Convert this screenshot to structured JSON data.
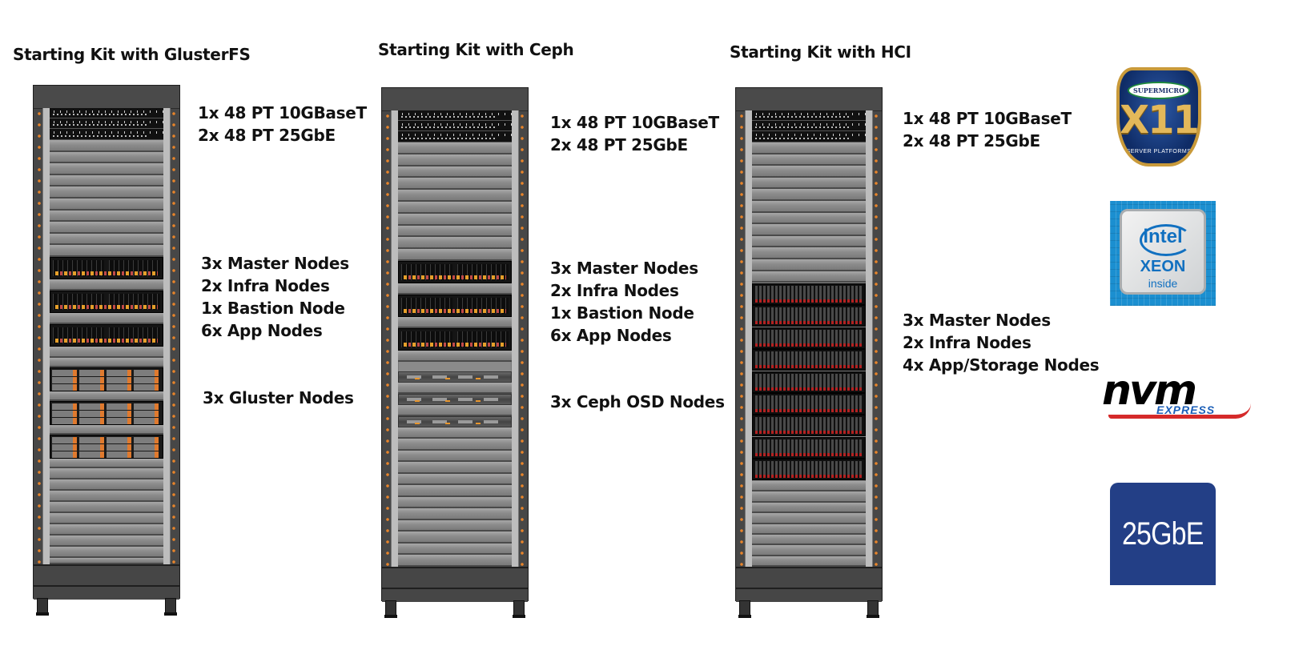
{
  "kits": [
    {
      "title": "Starting Kit with GlusterFS",
      "switch_labels": [
        "1x 48 PT 10GBaseT",
        "2x 48 PT 25GbE"
      ],
      "node_labels": [
        "3x Master Nodes",
        "2x Infra Nodes",
        "1x Bastion Node",
        "6x App Nodes"
      ],
      "storage_labels": [
        "3x Gluster Nodes"
      ]
    },
    {
      "title": "Starting Kit with Ceph",
      "switch_labels": [
        "1x 48 PT 10GBaseT",
        "2x 48 PT 25GbE"
      ],
      "node_labels": [
        "3x Master Nodes",
        "2x Infra Nodes",
        "1x Bastion Node",
        "6x App Nodes"
      ],
      "storage_labels": [
        "3x Ceph OSD Nodes"
      ]
    },
    {
      "title": "Starting Kit with HCI",
      "switch_labels": [
        "1x 48 PT 10GBaseT",
        "2x 48 PT 25GbE"
      ],
      "node_labels": [
        "3x Master Nodes",
        "2x Infra Nodes",
        "4x App/Storage Nodes"
      ]
    }
  ],
  "logos": {
    "supermicro": {
      "brand": "SUPERMICRO",
      "model": "X11",
      "sub": "SERVER PLATFORMS"
    },
    "intel": {
      "brand": "intel",
      "product": "XEON",
      "tag": "inside"
    },
    "nvme": {
      "word": "nvm",
      "sub": "EXPRESS"
    },
    "ethernet": {
      "text": "25GbE"
    }
  },
  "colors": {
    "rack": "#474747",
    "accent_orange": "#e8842a",
    "gbe_blue": "#233f86",
    "intel_blue": "#1170c0"
  }
}
